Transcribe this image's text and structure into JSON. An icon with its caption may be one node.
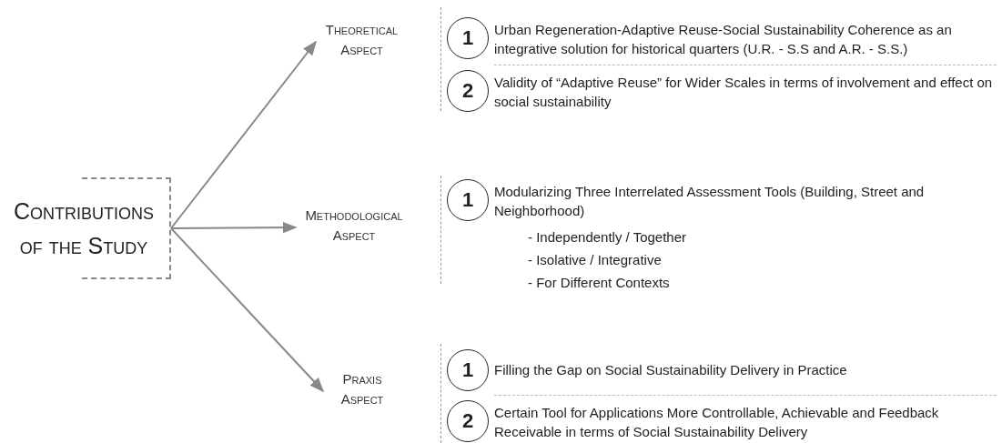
{
  "diagram": {
    "nodes": [
      {
        "text": [
          "Contributions of the Study"
        ]
      },
      {
        "text": [
          "Theoretical Aspect"
        ]
      },
      {
        "text": [
          "Methodological Aspect"
        ]
      },
      {
        "text": [
          "Praxis Aspect"
        ]
      },
      {
        "text": [
          "1"
        ],
        "beside": [
          "Urban Regeneration-Adaptive Reuse-Social Sustainability Coherence as an integrative solution for historical quarters (U.R. - S.S and A.R. - S.S.)"
        ]
      },
      {
        "text": [
          "2"
        ],
        "beside": [
          "Validity of “Adaptive Reuse” for Wider Scales in terms of involvement and effect on social sustainability"
        ]
      },
      {
        "text": [
          "1"
        ],
        "beside": [
          "Modularizing Three Interrelated Assessment Tools (Building, Street and Neighborhood)",
          "- Independently / Together",
          "- Isolative / Integrative",
          "- For Different Contexts"
        ]
      },
      {
        "text": [
          "1"
        ],
        "beside": [
          "Filling the Gap on Social Sustainability Delivery in Practice"
        ]
      },
      {
        "text": [
          "2"
        ],
        "beside": [
          "Certain Tool for Applications More Controllable, Achievable and Feedback Receivable in terms of Social Sustainability Delivery"
        ]
      }
    ],
    "edges": [
      {
        "from": 0,
        "to": 1,
        "arrow": "to"
      },
      {
        "from": 0,
        "to": 2,
        "arrow": "to"
      },
      {
        "from": 0,
        "to": 3,
        "arrow": "to"
      }
    ]
  }
}
